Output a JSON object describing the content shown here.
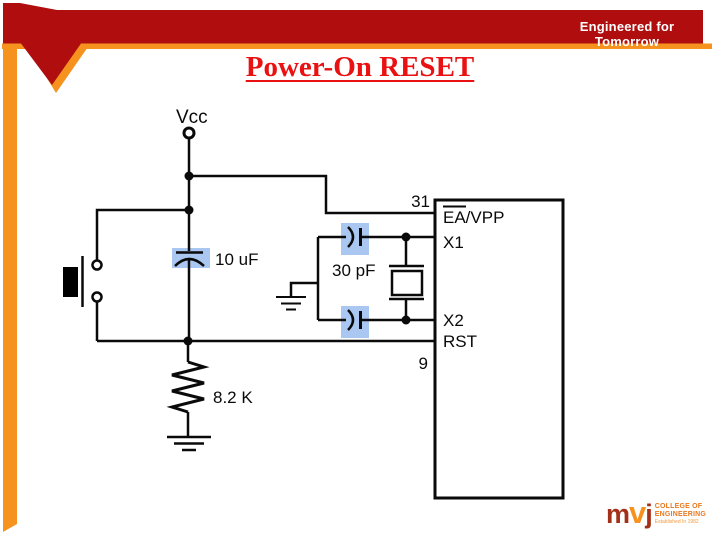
{
  "slide": {
    "tagline": "Engineered for Tomorrow",
    "title": "Power-On RESET"
  },
  "colors": {
    "banner_red": "#b00e0e",
    "accent_orange": "#f6921e",
    "title_red": "#e91111",
    "highlight_blue": "#a9c7f0",
    "wire_black": "#0a0a0a",
    "logo_maroon": "#a33119",
    "logo_orange": "#e87920"
  },
  "circuit": {
    "power_label": "Vcc",
    "filter_cap_label": "10 uF",
    "osc_cap_label": "30 pF",
    "resistor_label": "8.2 K",
    "pin_31": "31",
    "pin_9": "9",
    "chip_pins": {
      "ea_vpp": "EA/VPP",
      "x1": "X1",
      "x2": "X2",
      "rst": "RST"
    }
  },
  "footer": {
    "logo_m": "m",
    "logo_v": "v",
    "logo_j": "j",
    "college_line1": "COLLEGE OF",
    "college_line2": "ENGINEERING",
    "college_line3": "Established In 1982"
  }
}
